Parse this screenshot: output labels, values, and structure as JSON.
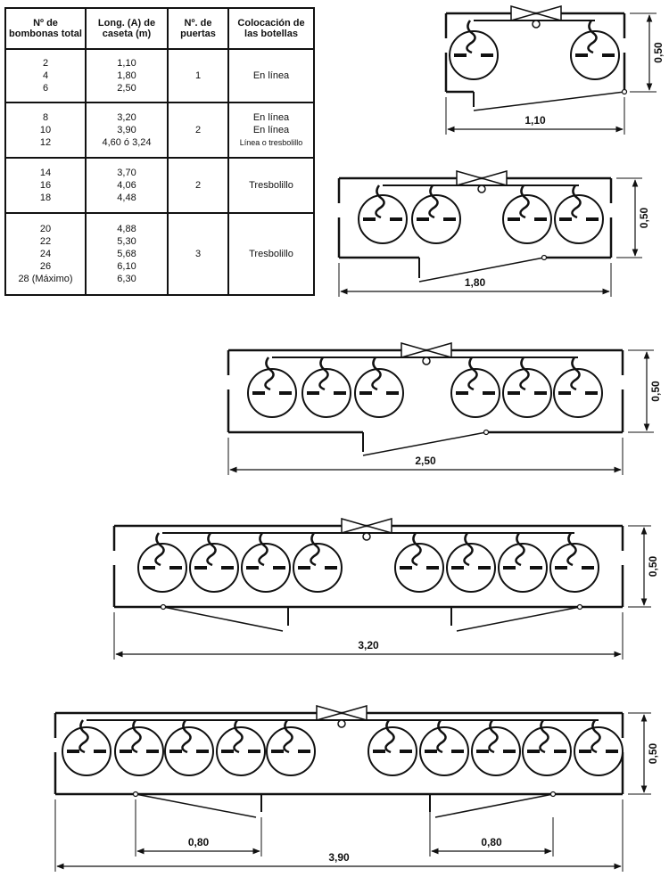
{
  "table": {
    "headers": [
      "Nº de bombonas total",
      "Long. (A) de caseta (m)",
      "Nº. de puertas",
      "Colocación de las botellas"
    ],
    "groups": [
      {
        "bombonas": [
          "2",
          "4",
          "6"
        ],
        "longitud": [
          "1,10",
          "1,80",
          "2,50"
        ],
        "puertas": "1",
        "colocacion": [
          "En línea"
        ]
      },
      {
        "bombonas": [
          "8",
          "10",
          "12"
        ],
        "longitud": [
          "3,20",
          "3,90",
          "4,60 ó 3,24"
        ],
        "puertas": "2",
        "colocacion": [
          "En línea",
          "En línea",
          "Línea o tresbolillo"
        ]
      },
      {
        "bombonas": [
          "14",
          "16",
          "18"
        ],
        "longitud": [
          "3,70",
          "4,06",
          "4,48"
        ],
        "puertas": "2",
        "colocacion": [
          "Tresbolillo"
        ]
      },
      {
        "bombonas": [
          "20",
          "22",
          "24",
          "26",
          "28 (Máximo)"
        ],
        "longitud": [
          "4,88",
          "5,30",
          "5,68",
          "6,10",
          "6,30"
        ],
        "puertas": "3",
        "colocacion": [
          "Tresbolillo"
        ]
      }
    ]
  },
  "diagrams": [
    {
      "length_label": "1,10",
      "height_label": "0,50",
      "bottles": 2,
      "doors": 1
    },
    {
      "length_label": "1,80",
      "height_label": "0,50",
      "bottles": 4,
      "doors": 1
    },
    {
      "length_label": "2,50",
      "height_label": "0,50",
      "bottles": 6,
      "doors": 1
    },
    {
      "length_label": "3,20",
      "height_label": "0,50",
      "bottles": 8,
      "doors": 2
    },
    {
      "length_label": "3,90",
      "height_label": "0,50",
      "bottles": 10,
      "doors": 2,
      "door_labels": [
        "0,80",
        "0,80"
      ]
    }
  ]
}
